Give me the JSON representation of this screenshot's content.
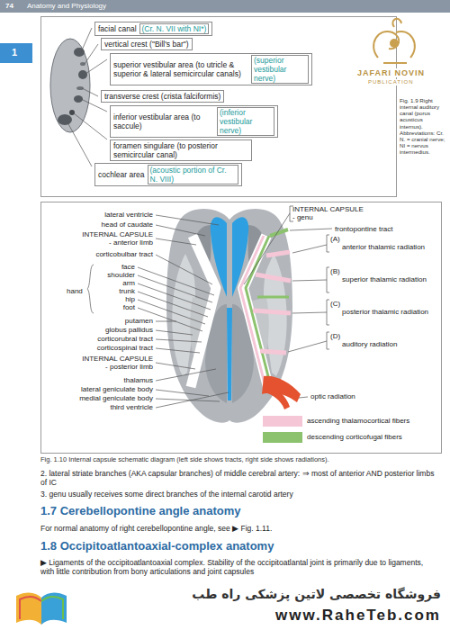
{
  "diagram": {
    "nodes": [
      {
        "text": [
          "facial canal",
          "(Cr. N. VII with NI*)"
        ]
      },
      {
        "text": [
          "vertical crest (\"Bill's bar\")"
        ]
      },
      {
        "text": [
          "superior vestibular area (to utricle & superior & lateral semicircular canals)",
          "(superior vestibular nerve)"
        ]
      },
      {
        "text": [
          "transverse crest (crista falciformis)"
        ]
      },
      {
        "text": [
          "inferior vestibular area (to saccule)",
          "(inferior vestibular nerve)"
        ]
      },
      {
        "text": [
          "foramen singulare (to posterior semicircular canal)"
        ]
      },
      {
        "text": [
          "cochlear area",
          "(acoustic portion of Cr. N. VIII)"
        ]
      }
    ],
    "labels": [
      "74",
      "Anatomy and Physiology",
      "1",
      "JAFARI NOVIN",
      "PUBLICATION",
      "Fig. 1.9 Right internal auditory canal (porus acusticus internus). Abbreviations: Cr. N. = cranial nerve; NI = nervus intermedius.",
      "lateral ventricle",
      "head of caudate",
      "INTERNAL CAPSULE - anterior limb",
      "corticobulbar tract",
      "face",
      "shoulder",
      "arm",
      "hand",
      "trunk",
      "hip",
      "foot",
      "putamen",
      "globus pallidus",
      "corticorubral tract",
      "corticospinal tract",
      "INTERNAL CAPSULE - posterior limb",
      "thalamus",
      "lateral geniculate body",
      "medial geniculate body",
      "third ventricle",
      "INTERNAL CAPSULE - genu",
      "frontopontine tract",
      "(A)",
      "anterior thalamic radiation",
      "(B)",
      "superior thalamic radiation",
      "(C)",
      "posterior thalamic radiation",
      "(D)",
      "auditory radiation",
      "optic radiation",
      "Fig. 1.10 Internal capsule schematic diagram (left side shows tracts, right side shows radiations).",
      "2. lateral striate branches (AKA capsular branches) of middle cerebral artery: ⇒ most of anterior AND posterior limbs of IC",
      "3. genu usually receives some direct branches of the internal carotid artery",
      "1.7 Cerebellopontine angle anatomy",
      "For normal anatomy of right cerebellopontine angle, see ▶ Fig. 1.11.",
      "1.8 Occipitoatlantoaxial-complex anatomy",
      "▶ Ligaments of the occipitoatlantoaxial complex. Stability of the occipitoatlantal joint is primarily due to ligaments, with little contribution from bony articulations and joint capsules",
      "فروشگاه تخصصی لاتین پزشکی راه طب",
      "www.RaheTeb.com"
    ],
    "legend": [
      {
        "text": "ascending thalamocortical fibers",
        "color": "#f4c6d6"
      },
      {
        "text": "descending corticofugal fibers",
        "color": "#8cc26d"
      }
    ]
  }
}
